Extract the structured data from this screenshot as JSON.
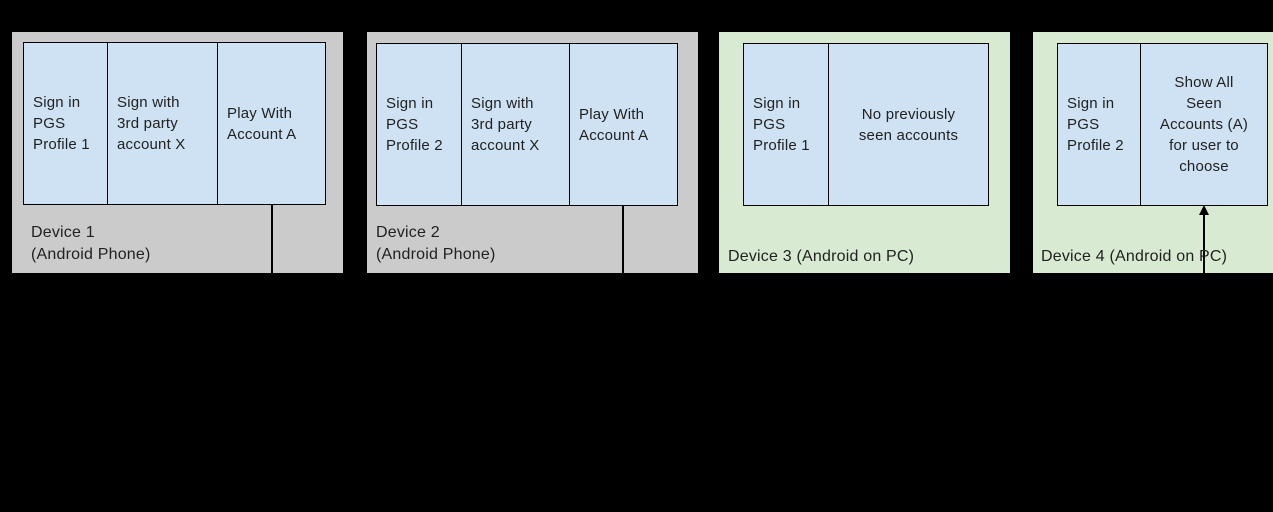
{
  "diagram": {
    "background": "#000000",
    "colors": {
      "phone_panel": "#CBCBCB",
      "pc_panel": "#D9EAD3",
      "step_box": "#CFE2F3",
      "border": "#000000",
      "text": "#212121"
    },
    "devices": [
      {
        "label": "Device 1\n(Android Phone)",
        "panel": "gray",
        "steps": [
          "Sign in\nPGS\nProfile 1",
          "Sign with\n3rd party\naccount X",
          "Play With\nAccount A"
        ],
        "connector": "line-down"
      },
      {
        "label": "Device 2\n(Android Phone)",
        "panel": "gray",
        "steps": [
          "Sign in\nPGS\nProfile 2",
          "Sign with\n3rd party\naccount X",
          "Play With\nAccount A"
        ],
        "connector": "line-down"
      },
      {
        "label": "Device 3 (Android on PC)",
        "panel": "green",
        "steps": [
          "Sign in\nPGS\nProfile 1",
          "No previously\nseen accounts"
        ],
        "connector": "none"
      },
      {
        "label": "Device 4 (Android on PC)",
        "panel": "green",
        "steps": [
          "Sign in\nPGS\nProfile 2",
          "Show All\nSeen\nAccounts (A)\nfor user to\nchoose"
        ],
        "connector": "arrow-up"
      }
    ]
  }
}
